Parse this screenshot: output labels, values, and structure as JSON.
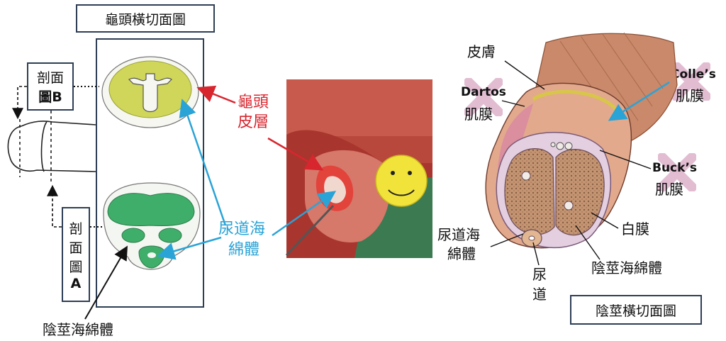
{
  "left_panel": {
    "title": "龜頭橫切面圖",
    "section_b_label": "剖面\n圖B",
    "section_b_line1": "剖面",
    "section_b_line2": "圖B",
    "section_a_line1": "剖",
    "section_a_line2": "面",
    "section_a_line3": "圖",
    "section_a_line4": "A",
    "corpus_cavernosum": "陰莖海綿體"
  },
  "middle": {
    "glans_skin_line1": "龜頭",
    "glans_skin_line2": "皮層",
    "urethral_sponge_line1": "尿道海",
    "urethral_sponge_line2": "綿體"
  },
  "right_panel": {
    "skin": "皮膚",
    "dartos_line1": "Dartos",
    "dartos_line2": "肌膜",
    "colles_line1": "Colle’s",
    "colles_line2": "肌膜",
    "bucks_line1": "Buck’s",
    "bucks_line2": "肌膜",
    "tunica": "白膜",
    "urethral_sponge_line1": "尿道海",
    "urethral_sponge_line2": "綿體",
    "urethra_line1": "尿",
    "urethra_line2": "道",
    "corpus_cavernosum": "陰莖海綿體",
    "title": "陰莖橫切面圖"
  },
  "colors": {
    "red_label": "#d8262f",
    "blue_label": "#2aa3d6",
    "box_border": "#2d3e55",
    "pink_x": "#d9a8c4"
  }
}
